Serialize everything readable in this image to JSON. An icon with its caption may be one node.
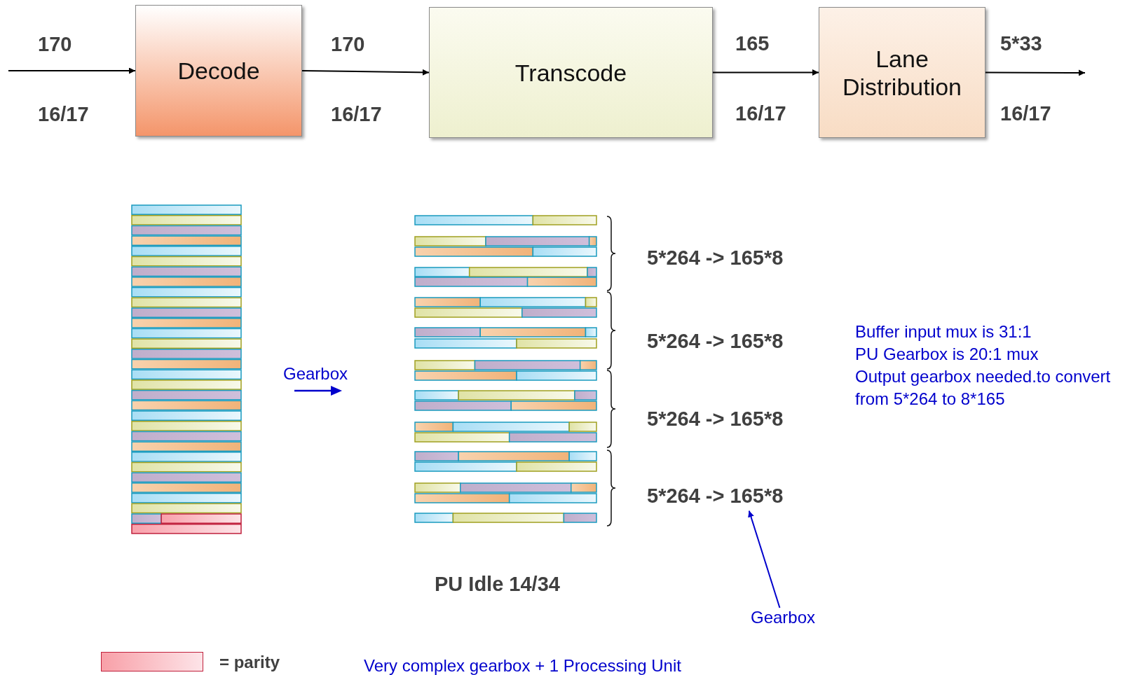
{
  "diagram": {
    "nodes": [
      {
        "text": [
          "Decode"
        ]
      },
      {
        "text": [
          "Transcode"
        ]
      },
      {
        "text": [
          "Lane Distribution"
        ]
      },
      {
        "text": [
          "Gearbox"
        ]
      },
      {
        "text": [
          "5*264 -> 165*8"
        ]
      }
    ],
    "edges": [
      {
        "from": null,
        "to": 0,
        "arrow": "to"
      },
      {
        "from": 0,
        "to": 1,
        "arrow": "to"
      },
      {
        "from": 1,
        "to": 2,
        "arrow": "to"
      },
      {
        "from": 2,
        "to": null,
        "arrow": "to"
      },
      {
        "from": 3,
        "to": 4,
        "arrow": "to",
        "color": "#0000cc"
      }
    ],
    "labels": [
      "170",
      "170",
      "165",
      "5*33",
      "16/17",
      "16/17",
      "16/17",
      "16/17",
      "5*264 -> 165*8",
      "Buffer input mux is 31:1",
      "PU Gearbox is 20:1 mux",
      "Output gearbox needed.to convert from 5*264 to 8*165",
      "Gearbox",
      "5*264 -> 165*8",
      "5*264 -> 165*8",
      "PU Idle 14/34",
      "Very complex gearbox + 1 Processing Unit"
    ],
    "legend": [
      {
        "text": "= parity",
        "color": "#f8a0a8"
      }
    ]
  }
}
